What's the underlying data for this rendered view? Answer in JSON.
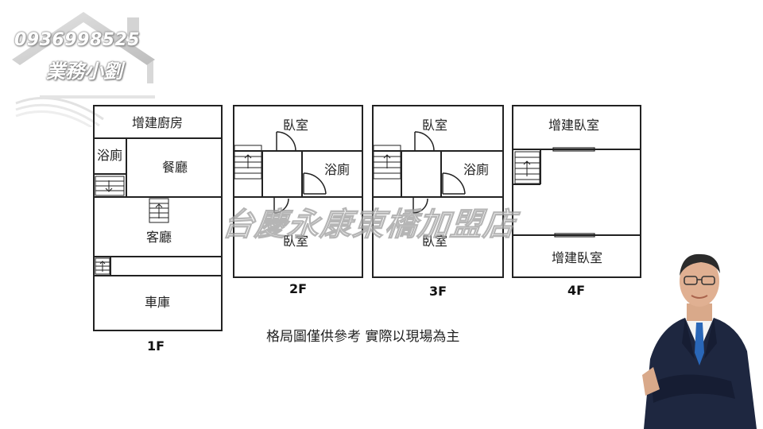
{
  "branding": {
    "phone": "0936998525",
    "agent_name": "業務小劉",
    "watermark": "台慶永康東橋加盟店"
  },
  "floors": {
    "f1": {
      "label": "1F",
      "rooms": {
        "kitchen": "增建廚房",
        "bath": "浴廁",
        "dining": "餐廳",
        "living": "客廳",
        "garage": "車庫"
      }
    },
    "f2": {
      "label": "2F",
      "rooms": {
        "bedroom_top": "臥室",
        "bath": "浴廁",
        "bedroom_bottom": "臥室"
      }
    },
    "f3": {
      "label": "3F",
      "rooms": {
        "bedroom_top": "臥室",
        "bath": "浴廁",
        "bedroom_bottom": "臥室"
      }
    },
    "f4": {
      "label": "4F",
      "rooms": {
        "bedroom_top": "增建臥室",
        "bedroom_bottom": "增建臥室"
      }
    }
  },
  "disclaimer": "格局圖僅供參考 實際以現場為主",
  "colors": {
    "wall": "#222222",
    "background": "#ffffff",
    "suit": "#1e2740",
    "tie": "#2a67b8"
  },
  "icons": [
    "house-roof-logo",
    "stairs-up-icon",
    "stairs-down-icon",
    "door-swing-icon"
  ]
}
